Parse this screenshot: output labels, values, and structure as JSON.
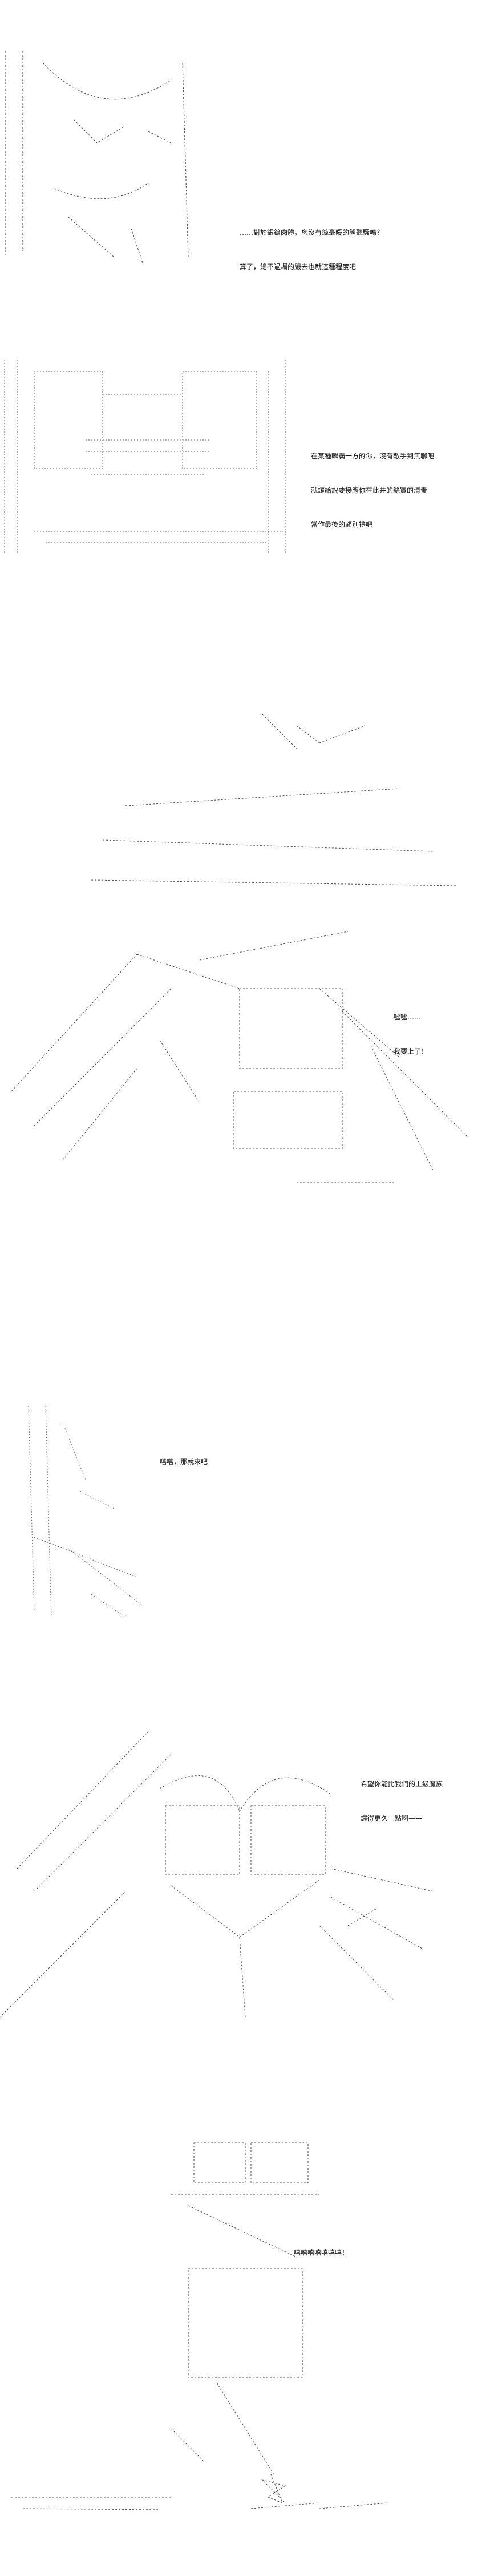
{
  "panels": [
    {
      "lines": [
        "……對於銀鐮肉體，您沒有絲毫暖的態聽騷鳴？",
        "算了，總不過場的嚴去也就這種程度吧"
      ]
    },
    {
      "lines": [
        "在某種瞬霸一方的你，沒有敵手到無聊吧",
        "就讓給說要接應你在此井的絲實的清奏",
        "當作最後的顧別禮吧"
      ]
    },
    {
      "lines": [
        "噓噓……",
        "我要上了！"
      ]
    },
    {
      "lines": [
        "嘻嘻，那就來吧"
      ]
    },
    {
      "lines": [
        "希望你能比我們的上級魔族",
        "讓得更久一點啊——"
      ]
    },
    {
      "lines": [
        "嘻嘻嘻嘻嘻嘻嘻！"
      ]
    }
  ]
}
